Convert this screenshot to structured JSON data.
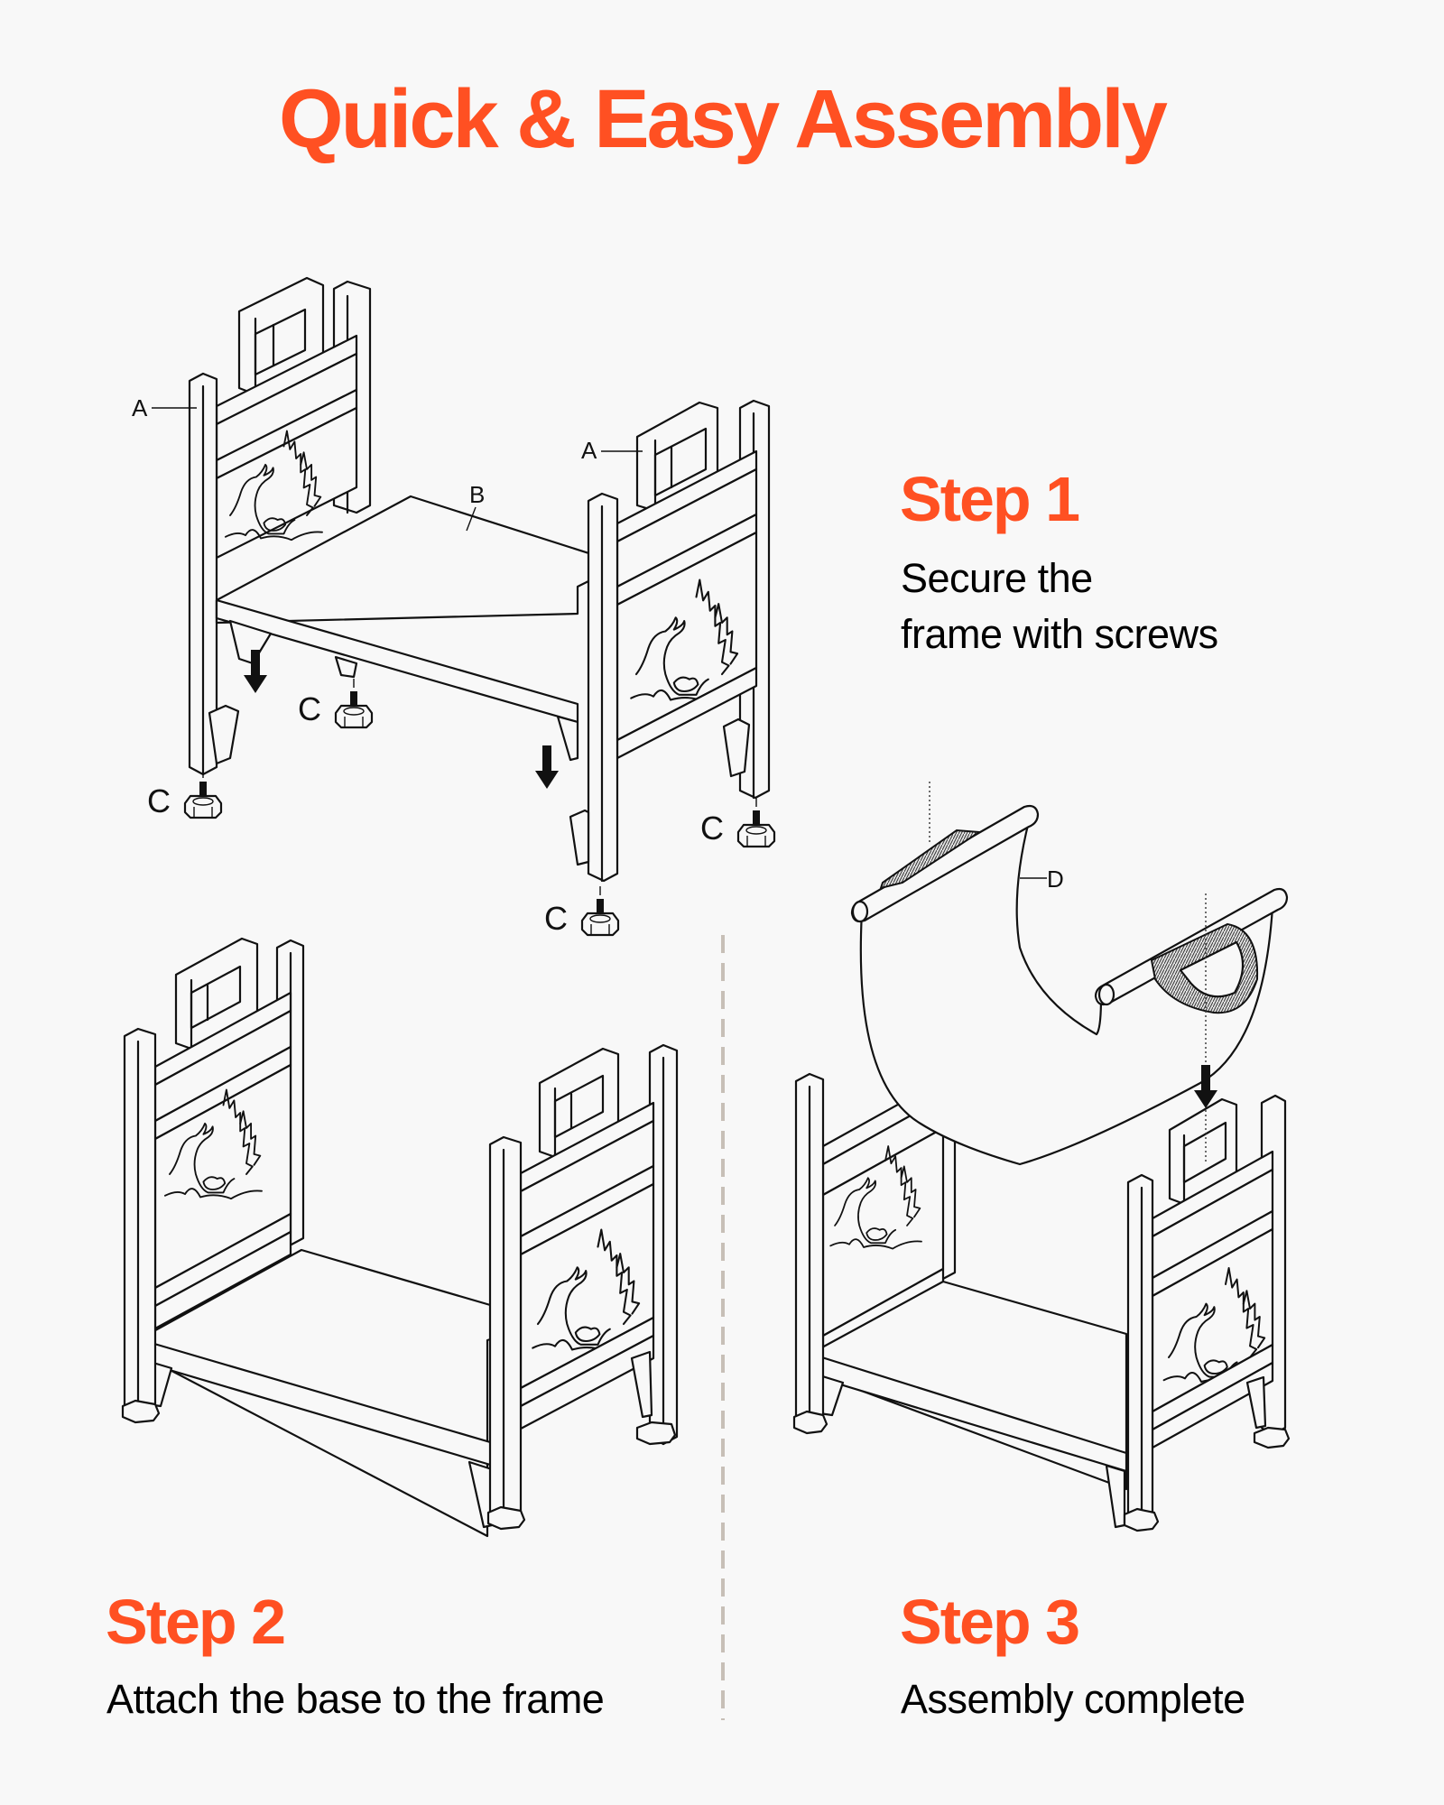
{
  "header": {
    "title": "Quick & Easy Assembly"
  },
  "colors": {
    "accent": "#ff5022",
    "background": "#f8f8f8",
    "text": "#000000",
    "divider": "#c7bfb7"
  },
  "steps": [
    {
      "heading": "Step 1",
      "description_lines": [
        "Secure the",
        "frame with screws"
      ]
    },
    {
      "heading": "Step 2",
      "description_lines": [
        "Attach the base to the frame"
      ]
    },
    {
      "heading": "Step 3",
      "description_lines": [
        "Assembly complete"
      ]
    }
  ],
  "diagram_labels": {
    "side_frame": "A",
    "base_shelf": "B",
    "foot_screw": "C",
    "canvas_carrier": "D"
  },
  "illustrations": [
    {
      "id": "step1",
      "content": "exploded log rack: two deer-panel side frames (A), base shelf (B), four screw feet (C) with down arrows"
    },
    {
      "id": "step2",
      "content": "assembled log rack frame with base shelf"
    },
    {
      "id": "step3",
      "content": "canvas log carrier (D) with handles lowered onto assembled rack"
    }
  ]
}
